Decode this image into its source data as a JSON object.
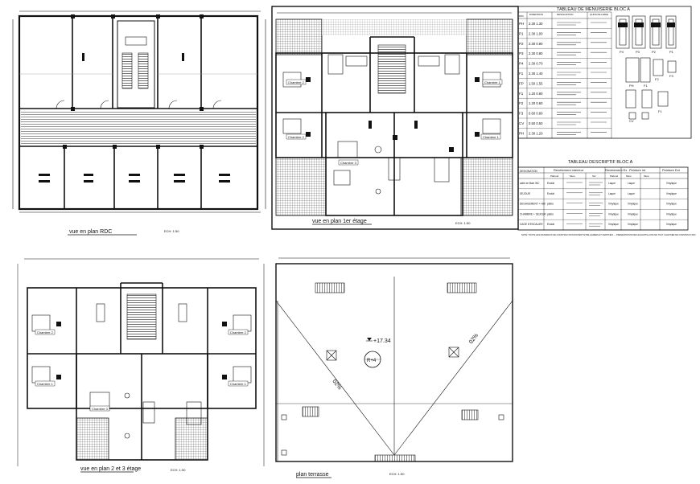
{
  "panels": {
    "rdc": {
      "caption": "vue en plan RDC",
      "scale": "ECH: 1:50"
    },
    "etage1": {
      "caption": "vue en plan 1er étage",
      "scale": "ECH: 1:50",
      "rooms": [
        "Chambre 2",
        "Chambre 1",
        "Chambre 2",
        "Chambre 1",
        "Chambre 3"
      ]
    },
    "etage23": {
      "caption": "vue en plan 2 et 3 étage",
      "scale": "ECH: 1:50",
      "rooms": [
        "Chambre 2",
        "Chambre 2",
        "Chambre 1",
        "Chambre 1",
        "Chambre 3"
      ]
    },
    "terrasse": {
      "caption": "plan terrasse",
      "scale": "ECH: 1:50",
      "level": "+17.34",
      "roof_tag": "R+4",
      "slope_left": "02%",
      "slope_right": "02%"
    }
  },
  "menuiserie": {
    "title": "TABLEAU DE MENUISERIE BLOC A",
    "headers": [
      "DIM",
      "DIMENSION",
      "DESIGNATION",
      "QUINCAILLERIE"
    ],
    "rows": [
      {
        "code": "PH",
        "dim": "2.30 1.30"
      },
      {
        "code": "P1",
        "dim": "2.30 1.00"
      },
      {
        "code": "P2",
        "dim": "2.30 0.90"
      },
      {
        "code": "P3",
        "dim": "2.30 0.80"
      },
      {
        "code": "P4",
        "dim": "2.30 0.70"
      },
      {
        "code": "F1",
        "dim": "2.30 1.40"
      },
      {
        "code": "FP",
        "dim": "1.50 1.55"
      },
      {
        "code": "F1",
        "dim": "1.20 0.80"
      },
      {
        "code": "F2",
        "dim": "1.20 0.60"
      },
      {
        "code": "F3",
        "dim": "0.60 0.60"
      },
      {
        "code": "CV",
        "dim": "0.50 0.50"
      },
      {
        "code": "PH",
        "dim": "2.30 1.20"
      }
    ],
    "door_tags": [
      "P4",
      "P3",
      "P2",
      "P1",
      "PH",
      "F1",
      "F2",
      "F3",
      "CV",
      "F1"
    ]
  },
  "descriptif": {
    "title": "TABLEAU DESCRIPTIF BLOC A",
    "headers": [
      "DESIGNATION",
      "Revetement interieur",
      "Revetement Ex",
      "Peinture int",
      "Peinture Ext"
    ],
    "subheaders": [
      "Plafond",
      "Mure",
      "Sol",
      "Plafond",
      "Mure",
      "Mure"
    ],
    "rows": [
      {
        "name": "salle de Bain WC",
        "c1": "Enduit",
        "c5": "Laqué",
        "c6": "Laqué",
        "c7": "Vinylique"
      },
      {
        "name": "SEJOUR",
        "c1": "Enduit",
        "c5": "Laqué",
        "c6": "Laqué",
        "c7": "Vinylique"
      },
      {
        "name": "DEGAGEMENT + Hall",
        "c1": "platre",
        "c5": "Vinylique",
        "c6": "Vinylique",
        "c7": "Vinylique"
      },
      {
        "name": "CHAMBRE + SEJOUR",
        "c1": "platre",
        "c5": "Vinylique",
        "c6": "Vinylique",
        "c7": "Vinylique"
      },
      {
        "name": "CAGE D'ESCALIER",
        "c1": "Enduit",
        "c5": "Vinylique",
        "c6": "Vinylique",
        "c7": "Vinylique"
      }
    ],
    "note": "NOTE: TOUTE LES MATERIAUX DE CONSTRUCTION DOIVENT ETRE AGREES ET CERTIFIES — PRESENTATION DES ECHANTILLONS DE TOUT CHANTIER DE CONSTRUCTION"
  }
}
